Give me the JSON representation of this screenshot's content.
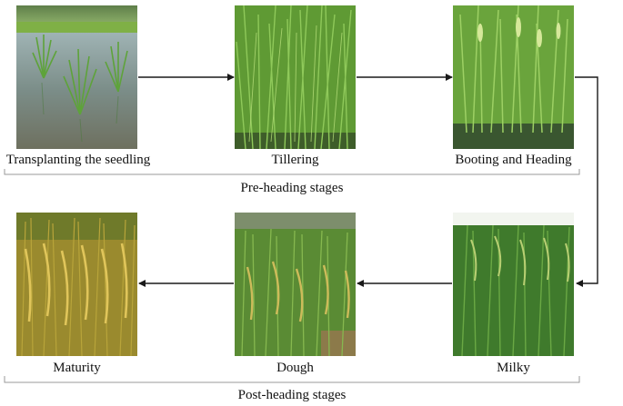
{
  "stages": [
    {
      "label": "Transplanting the seedling",
      "scene": "paddy-seedlings"
    },
    {
      "label": "Tillering",
      "scene": "dense-green-leaves"
    },
    {
      "label": "Booting and Heading",
      "scene": "green-leaves-emerging-panicles"
    },
    {
      "label": "Milky",
      "scene": "green-drooping-panicles"
    },
    {
      "label": "Dough",
      "scene": "green-yellow-panicles"
    },
    {
      "label": "Maturity",
      "scene": "golden-ripe-panicles"
    }
  ],
  "groups": {
    "pre": "Pre-heading stages",
    "post": "Post-heading stages"
  },
  "colors": {
    "connector": "#1a1a1a",
    "bracket": "#9a9a9a"
  }
}
